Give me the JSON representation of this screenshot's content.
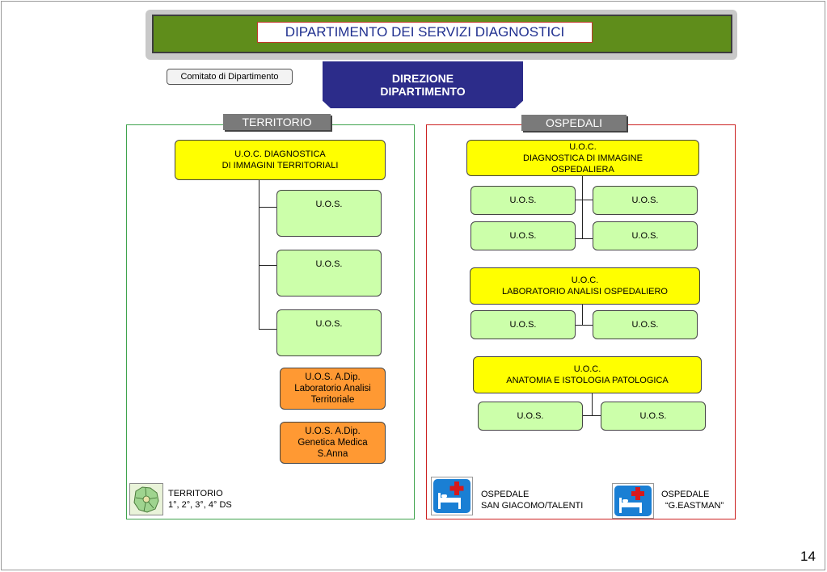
{
  "header": {
    "title": "DIPARTIMENTO DEI SERVIZI DIAGNOSTICI"
  },
  "comitato": {
    "label": "Comitato di Dipartimento"
  },
  "direzione": {
    "line1": "DIREZIONE",
    "line2": "DIPARTIMENTO"
  },
  "territorio": {
    "tab": "TERRITORIO",
    "uoc": {
      "line1": "U.O.C.  DIAGNOSTICA",
      "line2": "DI IMMAGINI TERRITORIALI"
    },
    "uos": [
      "U.O.S.",
      "U.O.S.",
      "U.O.S."
    ],
    "adip1": {
      "line1": "U.O.S. A.Dip.",
      "line2": "Laboratorio Analisi",
      "line3": "Territoriale"
    },
    "adip2": {
      "line1": "U.O.S. A.Dip.",
      "line2": "Genetica Medica",
      "line3": "S.Anna"
    },
    "legend": {
      "line1": "TERRITORIO",
      "line2": "1°, 2°, 3°, 4° DS"
    }
  },
  "ospedali": {
    "tab": "OSPEDALI",
    "uoc1": {
      "line1": "U.O.C.",
      "line2": "DIAGNOSTICA DI IMMAGINE",
      "line3": "OSPEDALIERA"
    },
    "uoc1_uos": [
      "U.O.S.",
      "U.O.S.",
      "U.O.S.",
      "U.O.S."
    ],
    "uoc2": {
      "line1": "U.O.C.",
      "line2": "LABORATORIO ANALISI OSPEDALIERO"
    },
    "uoc2_uos": [
      "U.O.S.",
      "U.O.S."
    ],
    "uoc3": {
      "line1": "U.O.C.",
      "line2": "ANATOMIA E ISTOLOGIA PATOLOGICA"
    },
    "uoc3_uos": [
      "U.O.S.",
      "U.O.S."
    ],
    "legend1": {
      "line1": "OSPEDALE",
      "line2": "SAN GIACOMO/TALENTI"
    },
    "legend2": {
      "line1": "OSPEDALE",
      "line2": "“G.EASTMAN”"
    }
  },
  "page_number": "14",
  "colors": {
    "banner": "#5f8d1b",
    "direzione": "#2c2c8a",
    "uoc": "#ffff00",
    "uos": "#ccffaa",
    "adip": "#ff9933",
    "territorio_border": "#3fa34d",
    "ospedali_border": "#cc2222"
  },
  "icons": [
    "territorio-map-icon",
    "hospital-bed-icon",
    "hospital-bed-icon"
  ]
}
